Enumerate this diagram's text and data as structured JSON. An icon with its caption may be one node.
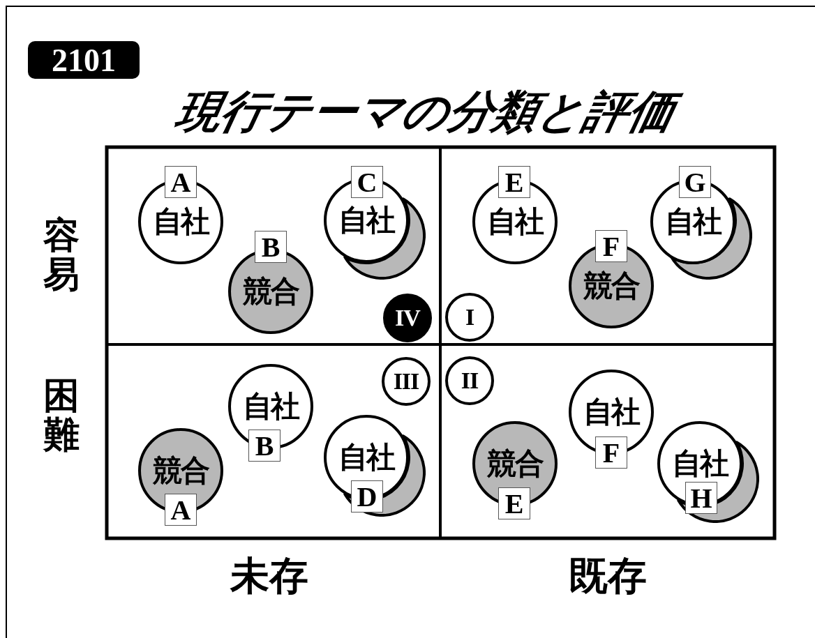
{
  "diagram": {
    "title": "現行テーマの分類と評価",
    "nodes": [
      {
        "text": [
          "2101"
        ]
      },
      {
        "text": [
          "A"
        ]
      },
      {
        "text": [
          "自社"
        ]
      },
      {
        "text": [
          "C"
        ]
      },
      {
        "text": [
          "自社"
        ]
      },
      {
        "text": [],
        "shape": "circle"
      },
      {
        "text": [
          "E"
        ]
      },
      {
        "text": [
          "自社"
        ]
      },
      {
        "text": [
          "G"
        ]
      },
      {
        "text": [
          "自社"
        ]
      },
      {
        "text": [],
        "shape": "circle"
      },
      {
        "text": [
          "B"
        ]
      },
      {
        "text": [
          "競合"
        ]
      },
      {
        "text": [
          "F"
        ]
      },
      {
        "text": [
          "競合"
        ]
      },
      {
        "text": [
          "IV"
        ]
      },
      {
        "text": [
          "I"
        ]
      },
      {
        "text": [
          "III"
        ]
      },
      {
        "text": [
          "II"
        ]
      },
      {
        "text": [
          "自社"
        ]
      },
      {
        "text": [
          "B"
        ]
      },
      {
        "text": [
          "自社"
        ]
      },
      {
        "text": [
          "F"
        ]
      },
      {
        "text": [
          "自社"
        ]
      },
      {
        "text": [],
        "shape": "circle"
      },
      {
        "text": [
          "D"
        ]
      },
      {
        "text": [
          "競合"
        ]
      },
      {
        "text": [
          "E"
        ]
      },
      {
        "text": [
          "自社"
        ]
      },
      {
        "text": [],
        "shape": "circle"
      },
      {
        "text": [
          "H"
        ]
      },
      {
        "text": [
          "競合"
        ]
      },
      {
        "text": [
          "A"
        ]
      }
    ],
    "labels": [
      "容易",
      "困難",
      "未存",
      "既存"
    ]
  }
}
